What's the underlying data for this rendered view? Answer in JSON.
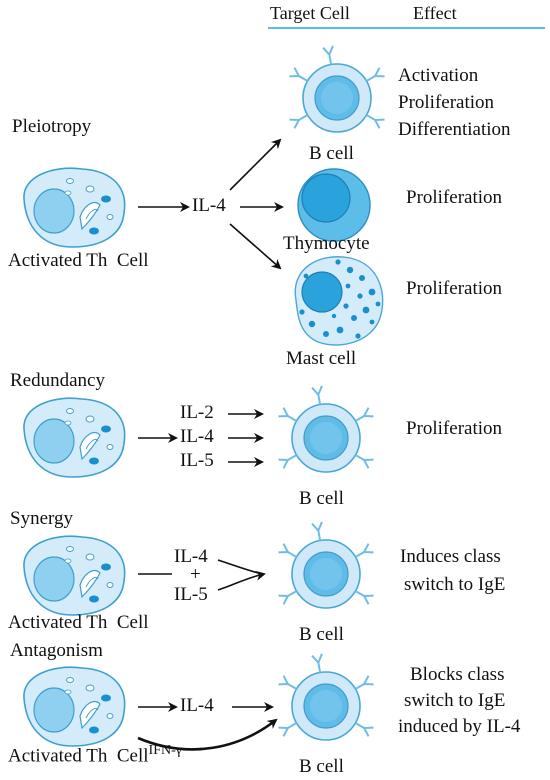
{
  "header": {
    "target_cell": "Target Cell",
    "effect": "Effect"
  },
  "pleiotropy": {
    "title": "Pleiotropy",
    "source": "Activated Th  Cell",
    "cytokine": "IL-4",
    "targets": [
      {
        "cell": "B cell",
        "effect": [
          "Activation",
          "Proliferation",
          "Differentiation"
        ]
      },
      {
        "cell": "Thymocyte",
        "effect": [
          "Proliferation"
        ]
      },
      {
        "cell": "Mast cell",
        "effect": [
          "Proliferation"
        ]
      }
    ]
  },
  "redundancy": {
    "title": "Redundancy",
    "cytokines": [
      "IL-2",
      "IL-4",
      "IL-5"
    ],
    "target": "B cell",
    "effect": "Proliferation"
  },
  "synergy": {
    "title": "Synergy",
    "source": "Activated Th  Cell",
    "cytokine_a": "IL-4",
    "plus": "+",
    "cytokine_b": "IL-5",
    "target": "B cell",
    "effect": [
      "Induces class",
      "switch to IgE"
    ]
  },
  "antagonism": {
    "title": "Antagonism",
    "source": "Activated Th  Cell",
    "cytokine_a": "IL-4",
    "cytokine_b": "IFN-γ",
    "target": "B cell",
    "effect": [
      "Blocks class",
      "switch to IgE",
      "induced by IL-4"
    ]
  },
  "colors": {
    "header_rule": "#5bbde4",
    "cell_fill": "#cfe9f8",
    "cell_outline": "#4aa7d6",
    "nucleus": "#33a8de",
    "granule": "#1a8fd0"
  }
}
